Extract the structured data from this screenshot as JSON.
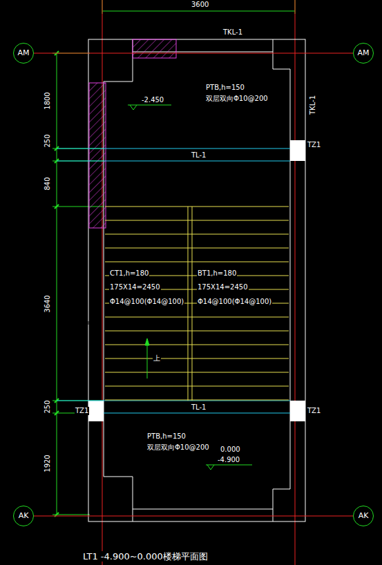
{
  "diagram": {
    "title": "LT1 -4.900~0.000楼梯平面图",
    "nodes": [
      {
        "text": [
          "AM"
        ]
      },
      {
        "text": [
          "AM"
        ]
      },
      {
        "text": [
          "AK"
        ]
      },
      {
        "text": [
          "AK"
        ]
      }
    ],
    "edges": [
      {
        "from": 0,
        "to": 1,
        "arrow": "none"
      },
      {
        "from": 2,
        "to": 3,
        "arrow": "none"
      }
    ],
    "labels": [
      "3600",
      "TKL-1",
      "TKL-1",
      "PTB,h=150",
      "双层双向Φ10@200",
      "-2.450",
      "1800",
      "250",
      "840",
      "3640",
      "250",
      "1920",
      "TL-1",
      "TZ1",
      "CT1,h=180",
      "175X14=2450",
      "Φ14@100(Φ14@100)",
      "BT1,h=180",
      "175X14=2450",
      "Φ14@100(Φ14@100)",
      "上",
      "TZ1",
      "TL-1",
      "TZ1",
      "PTB,h=150",
      "双层双向Φ10@200",
      "0.000",
      "-4.900"
    ]
  }
}
